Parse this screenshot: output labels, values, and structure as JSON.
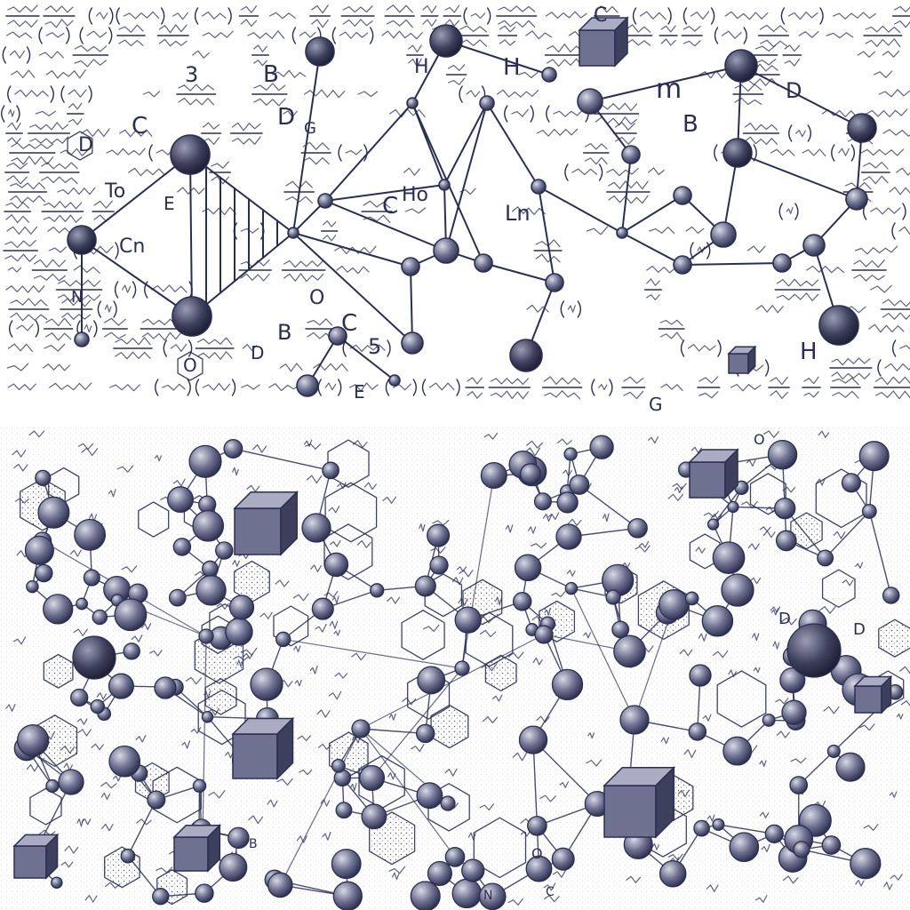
{
  "artwork": {
    "palette": {
      "paper": "#ffffff",
      "ink": "#2a2f52",
      "atom_dark": "#3d405c",
      "atom_mid": "#6e7290",
      "atom_light": "#a9acc2",
      "wash": "#dfe1ec"
    },
    "top_labels": [
      "D",
      "C",
      "3",
      "B",
      "To",
      "E",
      "Cn",
      "D",
      "G",
      "Ho",
      "C",
      "Ln",
      "m",
      "B",
      "H",
      "C",
      "D",
      "H",
      "B",
      "D",
      "C",
      "5",
      "E",
      "N",
      "O",
      "H",
      "O",
      "G"
    ],
    "bottom_labels": [
      "D",
      "O",
      "D",
      "B",
      "O",
      "C",
      "N"
    ]
  }
}
